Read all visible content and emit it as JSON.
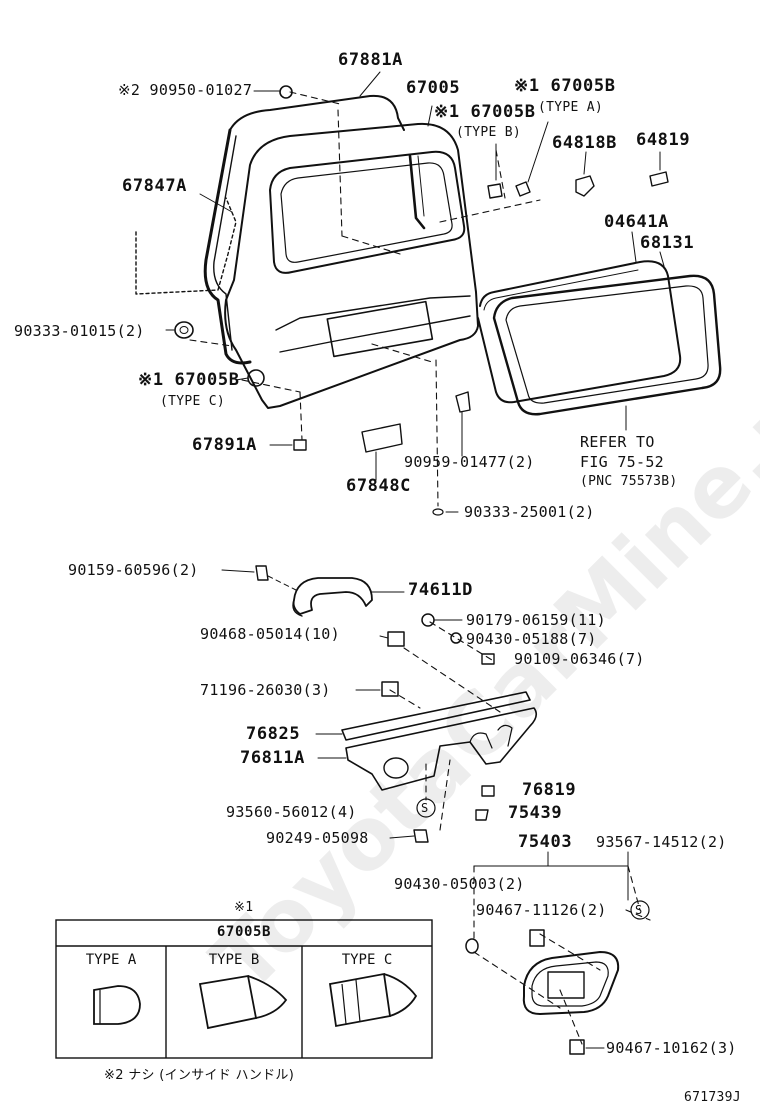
{
  "labels": {
    "p67881a": "67881A",
    "p90950": "※2 90950-01027",
    "p67005": "67005",
    "p67005b_a": "※1 67005B",
    "type_a": "(TYPE A)",
    "p67005b_b": "※1 67005B",
    "type_b": "(TYPE B)",
    "p64818b": "64818B",
    "p64819": "64819",
    "p67847a": "67847A",
    "p04641a": "04641A",
    "p68131": "68131",
    "p90333_01015": "90333-01015(2)",
    "p67005b_c": "※1 67005B",
    "type_c": "(TYPE C)",
    "p67891a": "67891A",
    "refer1": "REFER TO",
    "refer2": "FIG 75-52",
    "refer3": "(PNC 75573B)",
    "p90959": "90959-01477(2)",
    "p67848c": "67848C",
    "p90333_25001": "90333-25001(2)",
    "p90159": "90159-60596(2)",
    "p74611d": "74611D",
    "p90179": "90179-06159(11)",
    "p90468": "90468-05014(10)",
    "p90430_05188": "90430-05188(7)",
    "p90109": "90109-06346(7)",
    "p71196": "71196-26030(3)",
    "p76825": "76825",
    "p76811a": "76811A",
    "p76819": "76819",
    "p93560": "93560-56012(4)",
    "p75439": "75439",
    "p90249": "90249-05098",
    "p75403": "75403",
    "p93567": "93567-14512(2)",
    "p90430_05003": "90430-05003(2)",
    "p90467_11126": "90467-11126(2)",
    "p90467_10162": "90467-10162(3)",
    "s_mark": "S",
    "footnote": "※2 ナシ (インサイド ハンドル)",
    "fig_code": "671739J"
  },
  "legend_box": {
    "marker": "※1",
    "title": "67005B",
    "types": [
      "TYPE A",
      "TYPE B",
      "TYPE C"
    ]
  },
  "watermark": "ToyotaCarMine.ru"
}
